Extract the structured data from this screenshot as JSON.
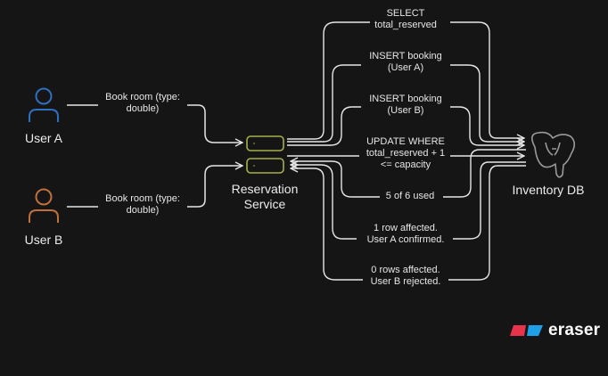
{
  "nodes": {
    "user_a": {
      "label": "User A",
      "icon": "person-icon",
      "color": "#2f6fc0"
    },
    "user_b": {
      "label": "User B",
      "icon": "person-icon",
      "color": "#c0703a"
    },
    "service": {
      "label": "Reservation\nService",
      "line1": "Reservation",
      "line2": "Service",
      "color": "#a6b04a"
    },
    "db": {
      "label": "Inventory DB",
      "icon": "postgres-elephant-icon"
    }
  },
  "edges": {
    "a_to_service": {
      "line1": "Book room (type:",
      "line2": "double)"
    },
    "b_to_service": {
      "line1": "Book room (type:",
      "line2": "double)"
    },
    "select": {
      "line1": "SELECT",
      "line2": "total_reserved"
    },
    "insert_a": {
      "line1": "INSERT booking",
      "line2": "(User A)"
    },
    "insert_b": {
      "line1": "INSERT booking",
      "line2": "(User B)"
    },
    "update": {
      "line1": "UPDATE WHERE",
      "line2": "total_reserved + 1",
      "line3": "<= capacity"
    },
    "used": {
      "line1": "5 of 6 used"
    },
    "row_a": {
      "line1": "1 row affected.",
      "line2": "User A confirmed."
    },
    "row_b": {
      "line1": "0 rows affected.",
      "line2": "User B rejected."
    }
  },
  "brand": {
    "name": "eraser",
    "colors": [
      "#e8334a",
      "#1ea0e8"
    ]
  }
}
